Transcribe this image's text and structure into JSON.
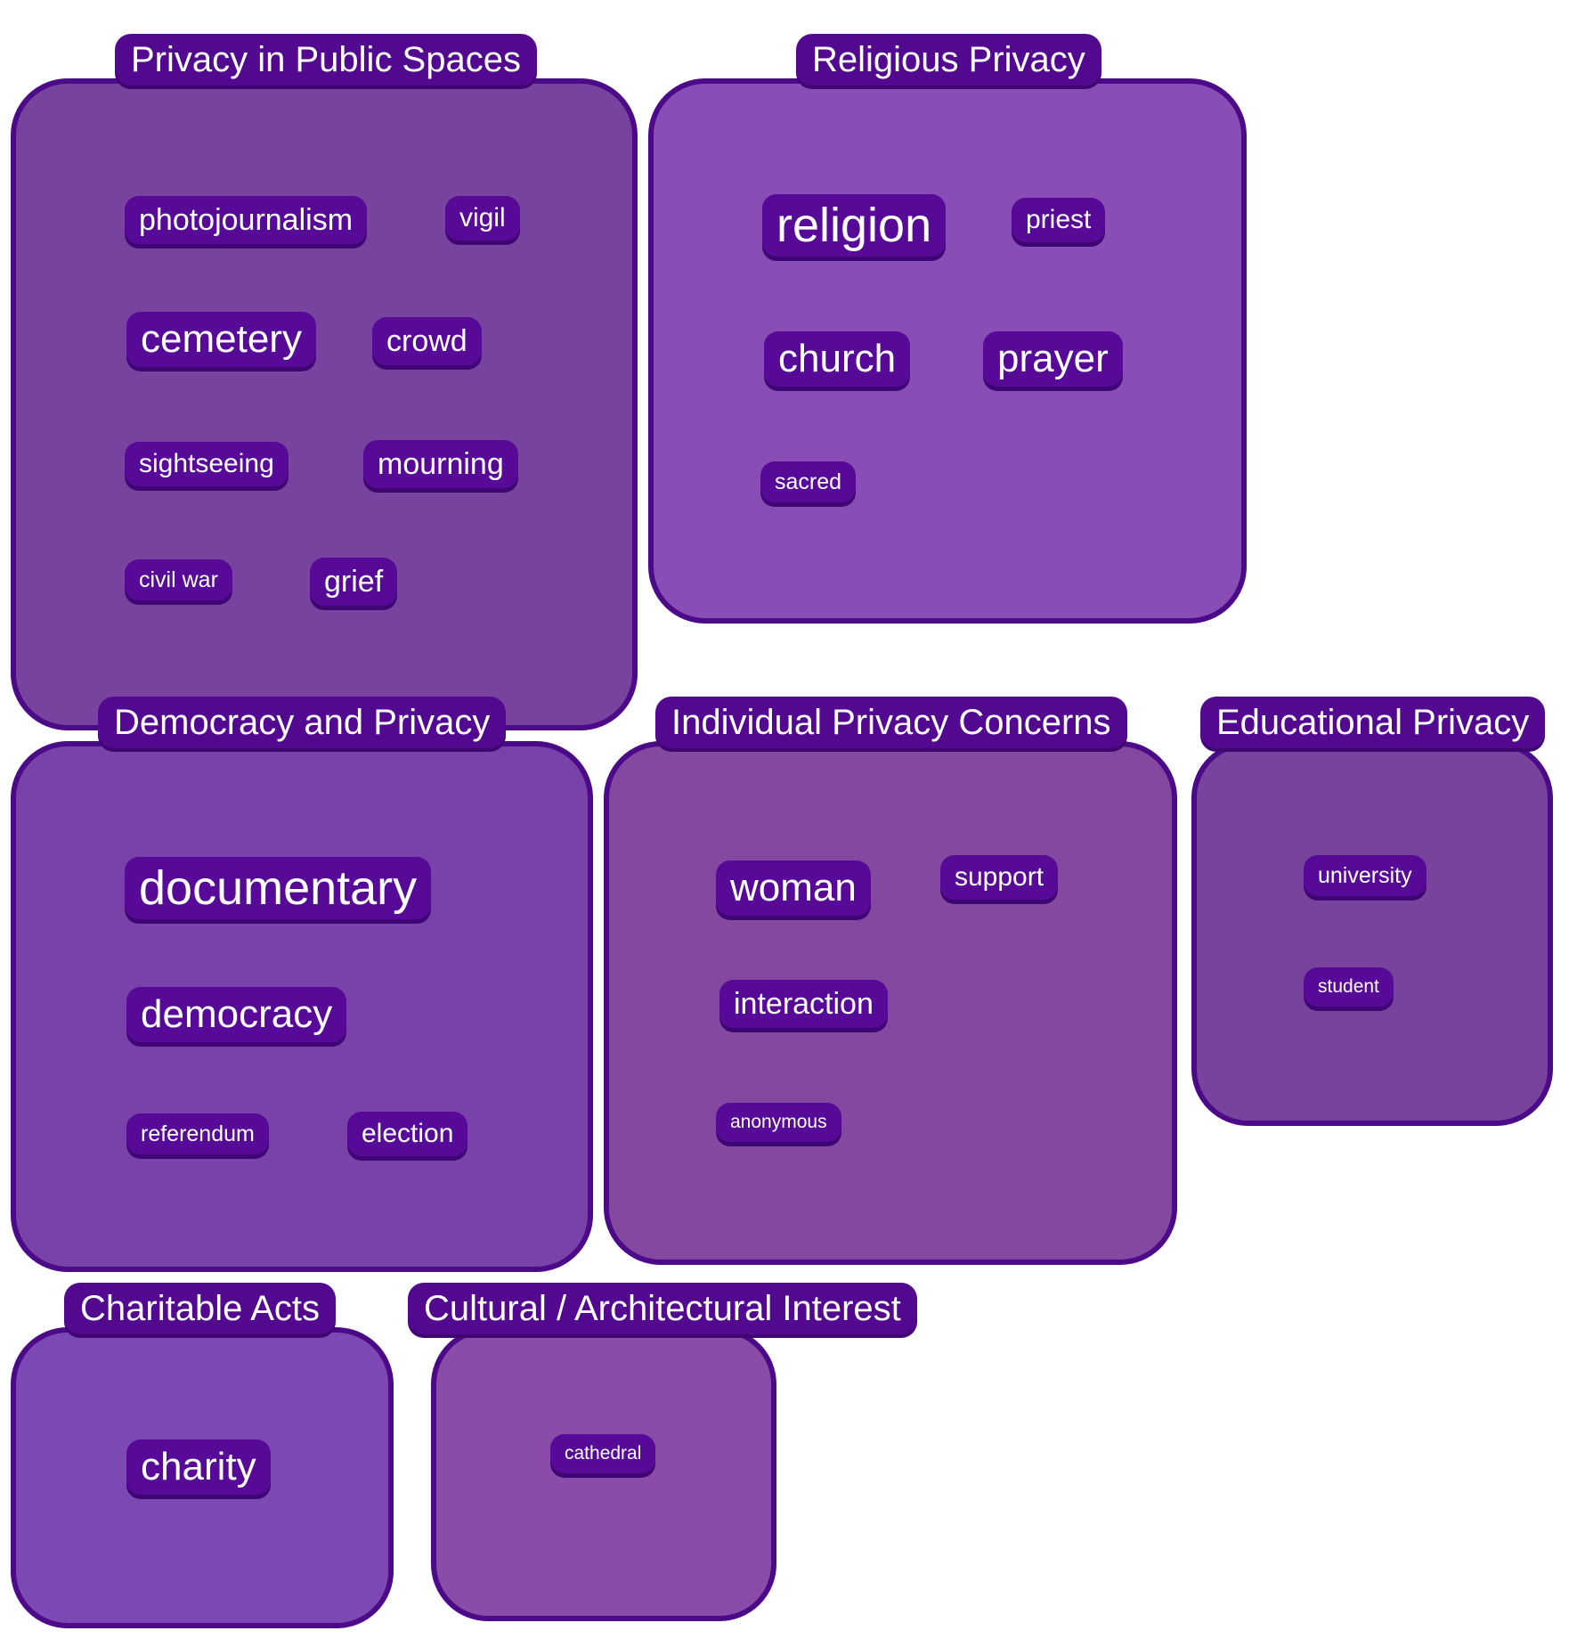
{
  "colors": {
    "box_border": "#4c0a88",
    "tag_background": "#560a97",
    "title_background": "#52088f",
    "text": "#ffffff"
  },
  "groups": [
    {
      "title": "Privacy in Public Spaces",
      "fill": "#77439f",
      "tags": [
        "photojournalism",
        "vigil",
        "cemetery",
        "crowd",
        "sightseeing",
        "mourning",
        "civil war",
        "grief"
      ]
    },
    {
      "title": "Religious Privacy",
      "fill": "#8a4db6",
      "tags": [
        "religion",
        "priest",
        "church",
        "prayer",
        "sacred"
      ]
    },
    {
      "title": "Democracy and Privacy",
      "fill": "#7842a8",
      "tags": [
        "documentary",
        "democracy",
        "referendum",
        "election"
      ]
    },
    {
      "title": "Individual Privacy Concerns",
      "fill": "#8448a1",
      "tags": [
        "woman",
        "support",
        "interaction",
        "anonymous"
      ]
    },
    {
      "title": "Educational Privacy",
      "fill": "#77439c",
      "tags": [
        "university",
        "student"
      ]
    },
    {
      "title": "Charitable Acts",
      "fill": "#7c48b4",
      "tags": [
        "charity"
      ]
    },
    {
      "title": "Cultural / Architectural Interest",
      "fill": "#8a4ba9",
      "tags": [
        "cathedral"
      ]
    }
  ]
}
